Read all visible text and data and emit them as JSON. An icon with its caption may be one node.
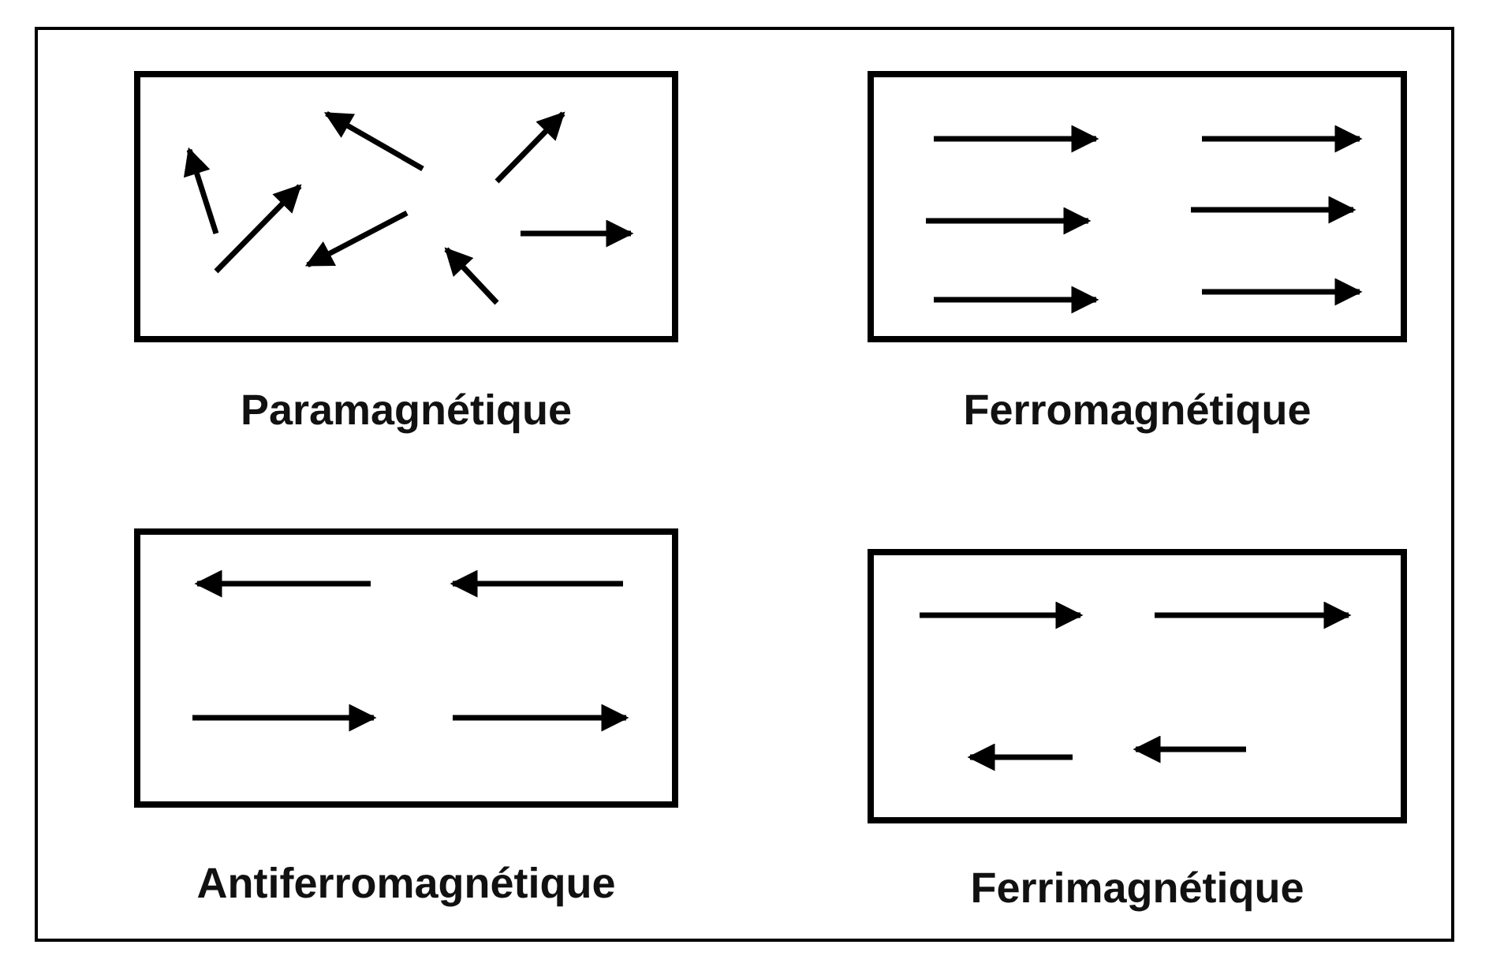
{
  "diagram": {
    "nodes": [
      {
        "text": [
          "Paramagnétique"
        ]
      },
      {
        "text": [
          "Ferromagnétique"
        ]
      },
      {
        "text": [
          "Antiferromagnétique"
        ]
      },
      {
        "text": [
          "Ferrimagnétique"
        ]
      }
    ]
  }
}
